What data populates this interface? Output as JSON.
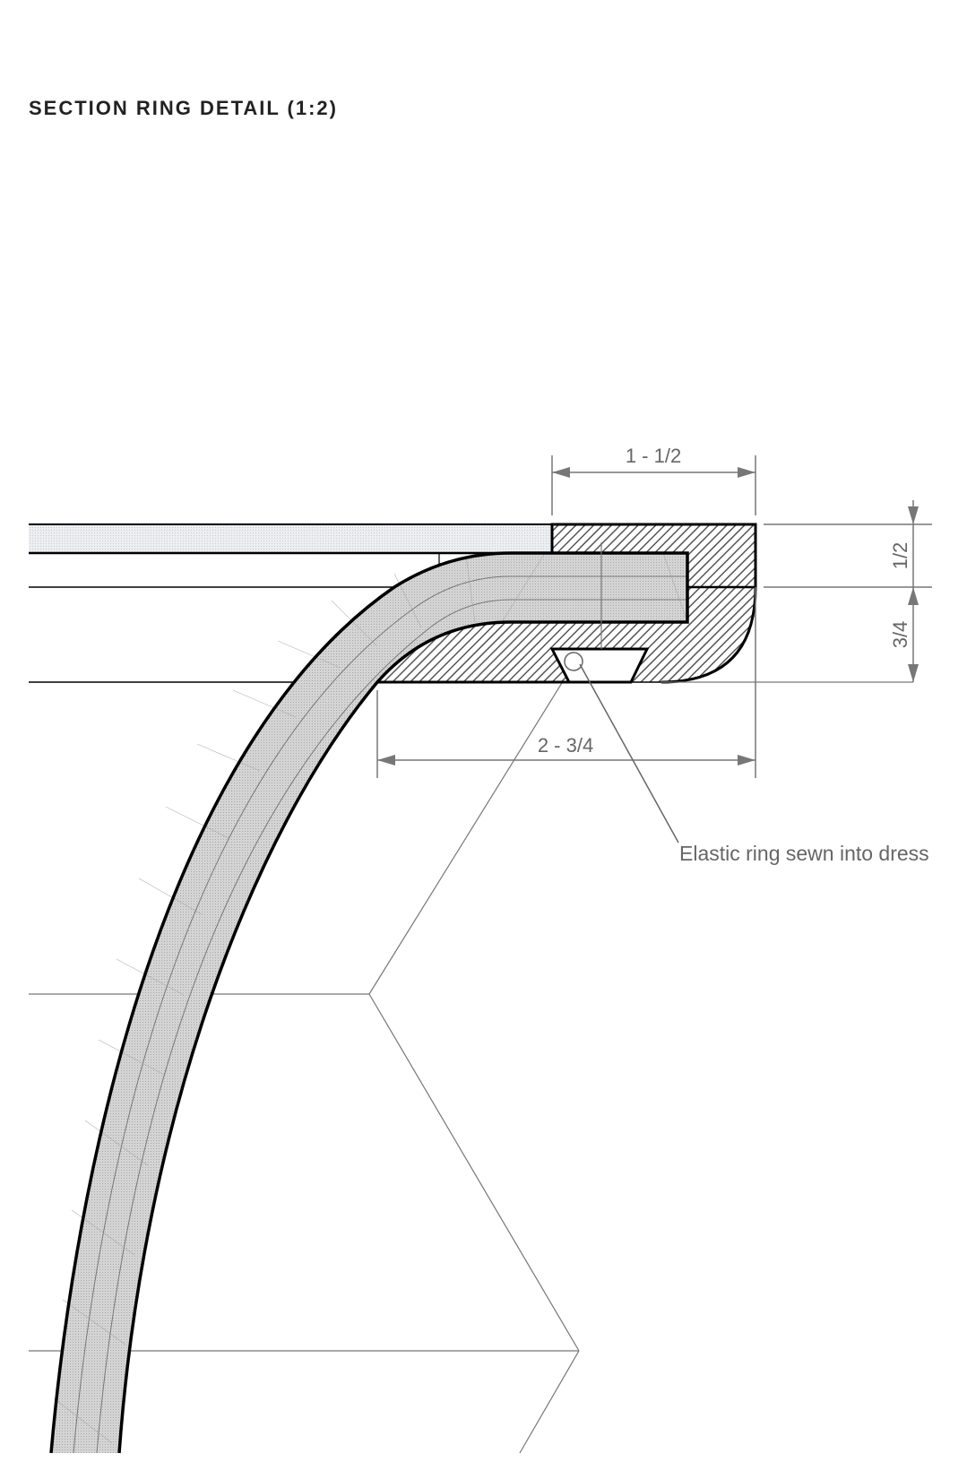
{
  "title": "SECTION RING DETAIL (1:2)",
  "dimensions": {
    "ring_width": "1 - 1/2",
    "overall_width": "2 - 3/4",
    "top_height": "1/2",
    "bottom_height": "3/4"
  },
  "callouts": {
    "elastic_ring": "Elastic ring sewn into dress"
  },
  "colors": {
    "outline": "#000000",
    "dimension": "#666666",
    "band_fill": "#c8c8c8",
    "plank_fill": "#e6e8ea",
    "hatch": "#555555"
  }
}
